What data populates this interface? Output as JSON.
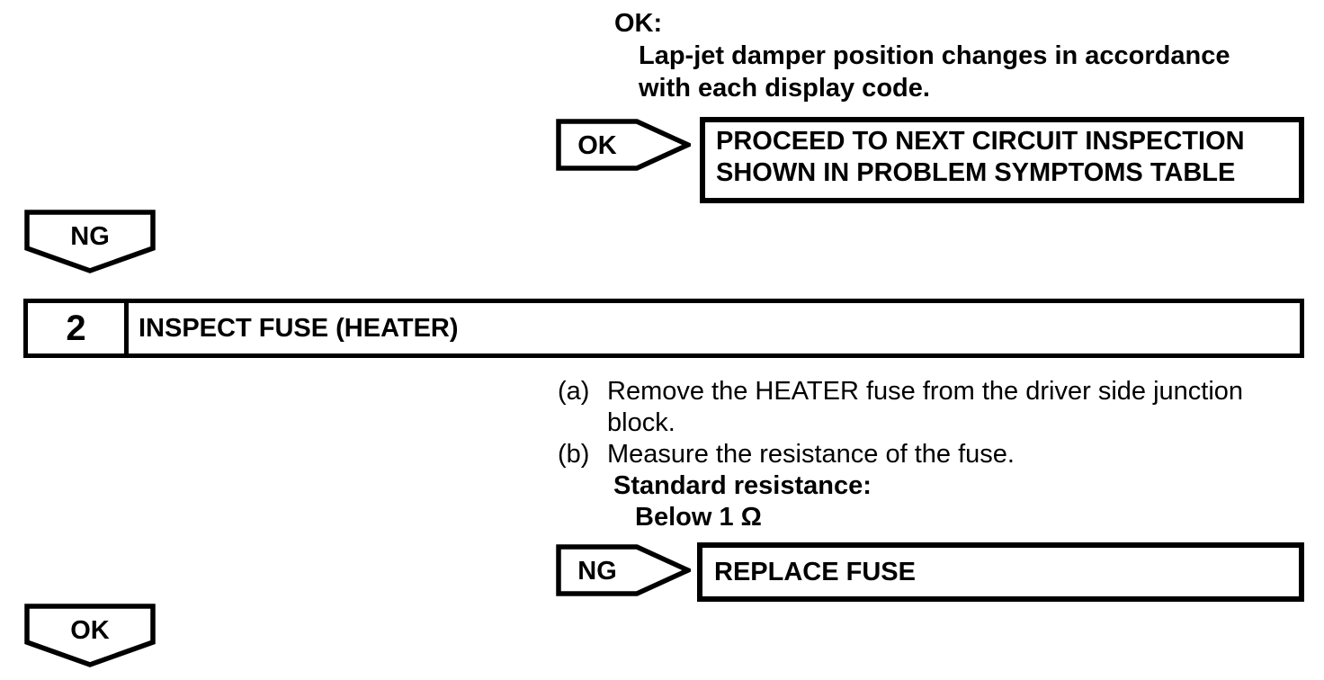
{
  "page": {
    "background": "#ffffff",
    "ink": "#000000"
  },
  "top_result": {
    "label": "OK:",
    "lines": [
      "Lap-jet damper position changes in accordance",
      "with each display code."
    ]
  },
  "ok_branch": {
    "pointer_label": "OK",
    "action_lines": [
      "PROCEED TO NEXT CIRCUIT INSPECTION",
      "SHOWN IN PROBLEM SYMPTOMS TABLE"
    ]
  },
  "ng_connector": {
    "label": "NG"
  },
  "step": {
    "number": "2",
    "title": "INSPECT FUSE (HEATER)"
  },
  "instructions": [
    {
      "marker": "(a)",
      "lines": [
        "Remove the HEATER fuse from the driver side junction",
        "block."
      ]
    },
    {
      "marker": "(b)",
      "lines": [
        "Measure the resistance of the fuse."
      ]
    }
  ],
  "spec": {
    "label": "Standard resistance:",
    "value": "Below 1 Ω"
  },
  "ng_branch": {
    "pointer_label": "NG",
    "action_lines": [
      "REPLACE FUSE"
    ]
  },
  "ok_connector": {
    "label": "OK"
  }
}
